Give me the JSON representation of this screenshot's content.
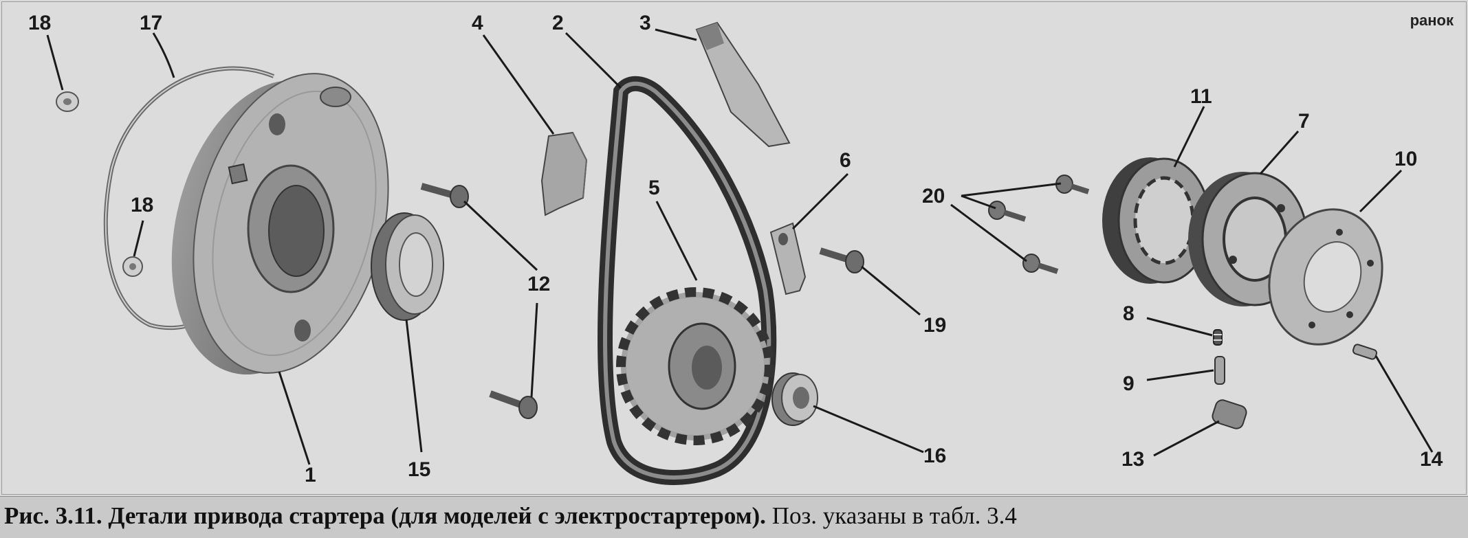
{
  "figure": {
    "publisher_logo": "ранок",
    "callouts": [
      "18",
      "17",
      "4",
      "2",
      "3",
      "18",
      "12",
      "5",
      "6",
      "20",
      "11",
      "7",
      "10",
      "12",
      "19",
      "8",
      "9",
      "1",
      "15",
      "16",
      "13",
      "14"
    ]
  },
  "caption": {
    "bold_text": "Рис. 3.11. Детали привода стартера (для моделей с электростартером).",
    "regular_text": "Поз. указаны в табл. 3.4"
  }
}
